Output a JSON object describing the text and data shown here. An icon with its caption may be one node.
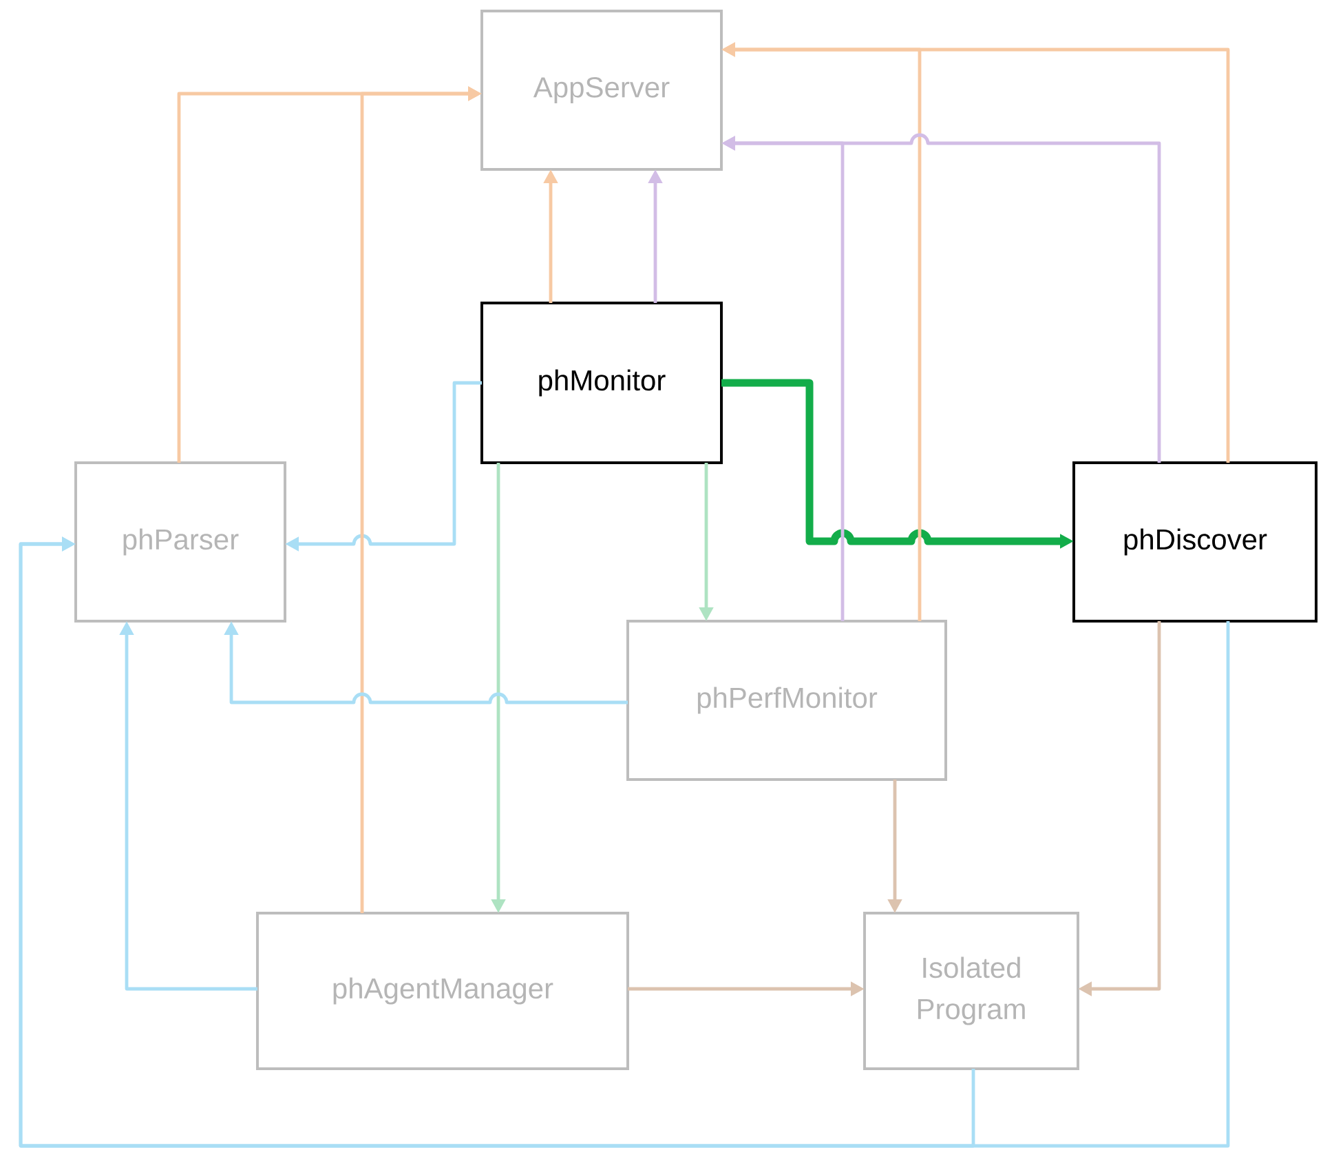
{
  "diagram": {
    "nodes": [
      {
        "text": [
          "AppServer"
        ]
      },
      {
        "text": [
          "phMonitor"
        ]
      },
      {
        "text": [
          "phParser"
        ]
      },
      {
        "text": [
          "phDiscover"
        ]
      },
      {
        "text": [
          "phPerfMonitor"
        ]
      },
      {
        "text": [
          "phAgentManager"
        ]
      },
      {
        "text": [
          "Isolated Program"
        ]
      }
    ],
    "edges": [
      {
        "from": 1,
        "to": 0,
        "arrow": "to",
        "color": "#f7c9a3"
      },
      {
        "from": 1,
        "to": 0,
        "arrow": "to",
        "color": "#d2bde6"
      },
      {
        "from": 1,
        "to": 2,
        "arrow": "to",
        "color": "#a9def5"
      },
      {
        "from": 1,
        "to": 3,
        "arrow": "to",
        "style": "thick",
        "color": "#13ad4a"
      },
      {
        "from": 1,
        "to": 4,
        "arrow": "to",
        "color": "#aee3c2"
      },
      {
        "from": 1,
        "to": 5,
        "arrow": "to",
        "color": "#aee3c2"
      },
      {
        "from": 2,
        "to": 0,
        "arrow": "to",
        "color": "#f7c9a3"
      },
      {
        "from": 5,
        "to": 0,
        "arrow": "to",
        "color": "#f7c9a3"
      },
      {
        "from": 3,
        "to": 0,
        "arrow": "to",
        "color": "#f7c9a3"
      },
      {
        "from": 4,
        "to": 0,
        "arrow": "to",
        "color": "#f7c9a3"
      },
      {
        "from": 3,
        "to": 0,
        "arrow": "to",
        "color": "#d2bde6"
      },
      {
        "from": 4,
        "to": 0,
        "arrow": "to",
        "color": "#d2bde6"
      },
      {
        "from": 4,
        "to": 2,
        "arrow": "to",
        "color": "#a9def5"
      },
      {
        "from": 5,
        "to": 2,
        "arrow": "to",
        "color": "#a9def5"
      },
      {
        "from": 6,
        "to": 2,
        "arrow": "to",
        "color": "#a9def5"
      },
      {
        "from": 3,
        "to": 2,
        "arrow": "to",
        "color": "#a9def5"
      },
      {
        "from": 5,
        "to": 6,
        "arrow": "to",
        "color": "#dcc3af"
      },
      {
        "from": 4,
        "to": 6,
        "arrow": "to",
        "color": "#dcc3af"
      },
      {
        "from": 3,
        "to": 6,
        "arrow": "to",
        "color": "#dcc3af"
      }
    ]
  }
}
